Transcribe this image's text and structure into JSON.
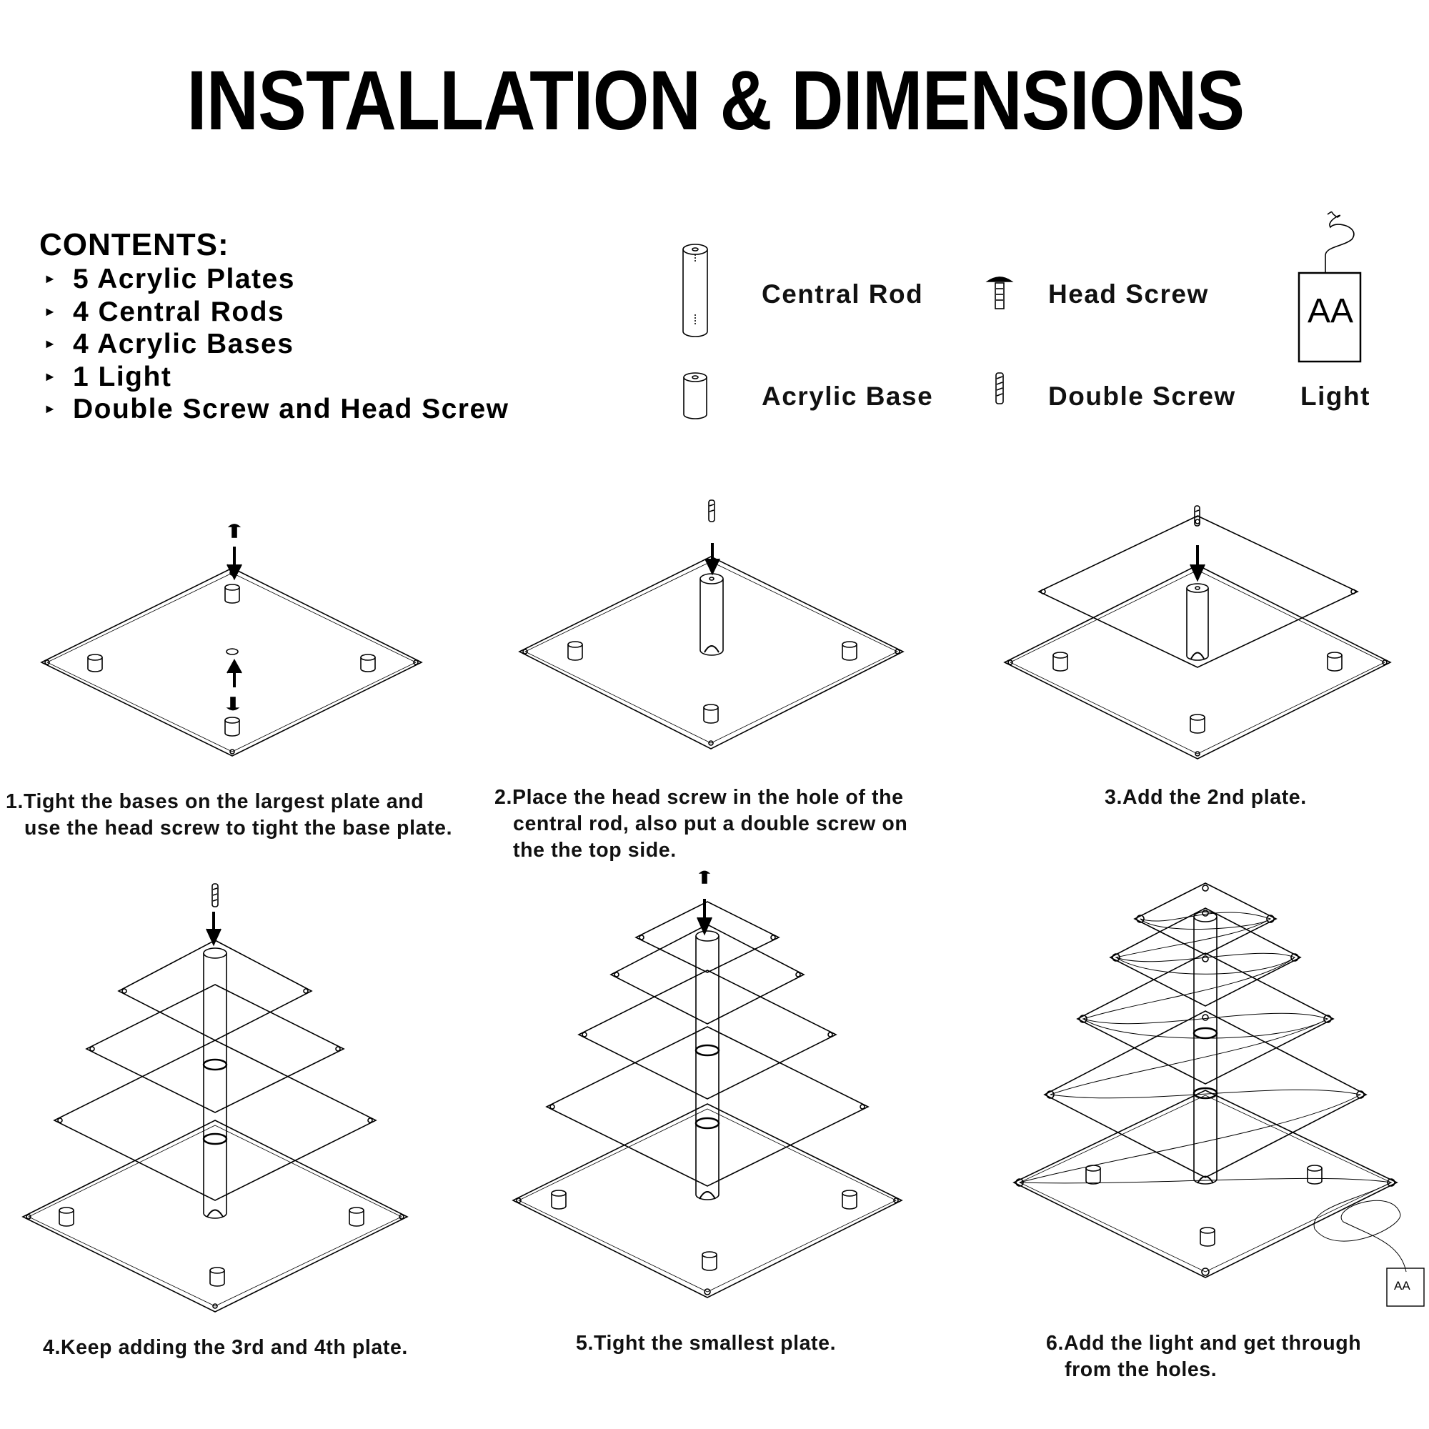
{
  "title": "INSTALLATION & DIMENSIONS",
  "contents": {
    "heading": "CONTENTS:",
    "items": [
      "5 Acrylic Plates",
      "4 Central Rods",
      "4 Acrylic Bases",
      "1 Light",
      "Double Screw and Head Screw"
    ]
  },
  "parts": {
    "central_rod": "Central Rod",
    "acrylic_base": "Acrylic Base",
    "head_screw": "Head Screw",
    "double_screw": "Double Screw",
    "light": "Light",
    "light_box_text": "AA"
  },
  "steps": [
    {
      "line1": "1.Tight the bases on the largest plate and",
      "line2": "use the head screw to tight the base plate.",
      "line3": ""
    },
    {
      "line1": "2.Place the head screw in the hole of the",
      "line2": "central rod,  also put a double screw on",
      "line3": "the the top side."
    },
    {
      "line1": "3.Add the 2nd plate.",
      "line2": "",
      "line3": ""
    },
    {
      "line1": "4.Keep adding the 3rd and 4th plate.",
      "line2": "",
      "line3": ""
    },
    {
      "line1": "5.Tight the smallest plate.",
      "line2": "",
      "line3": ""
    },
    {
      "line1": "6.Add the light and get through",
      "line2": "from the holes.",
      "line3": ""
    }
  ]
}
